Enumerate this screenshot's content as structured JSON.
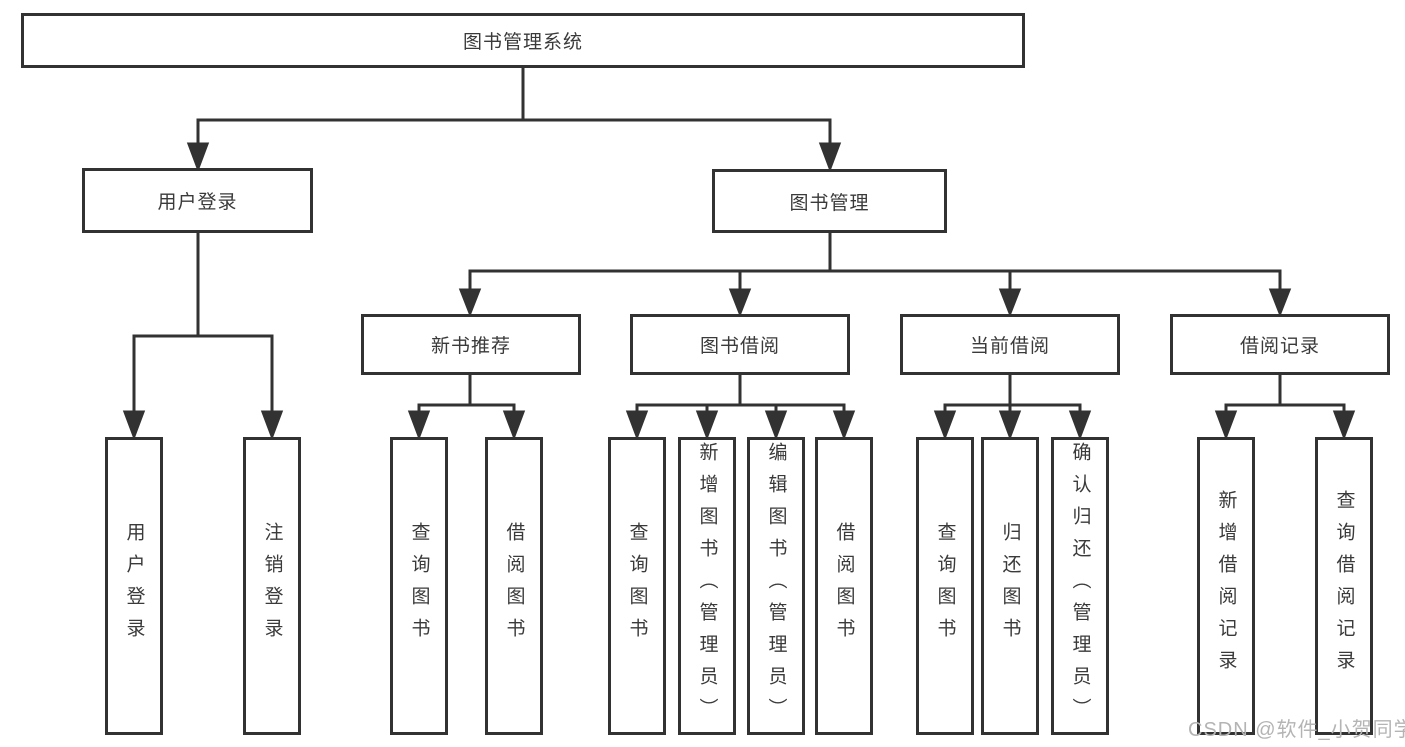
{
  "diagram": {
    "root": {
      "label": "图书管理系统"
    },
    "branches": [
      {
        "label": "用户登录",
        "children": [
          {
            "label": "用户登录"
          },
          {
            "label": "注销登录"
          }
        ]
      },
      {
        "label": "图书管理",
        "children": [
          {
            "label": "新书推荐",
            "children": [
              {
                "label": "查询图书"
              },
              {
                "label": "借阅图书"
              }
            ]
          },
          {
            "label": "图书借阅",
            "children": [
              {
                "label": "查询图书"
              },
              {
                "label": "新增图书（管理员）"
              },
              {
                "label": "编辑图书（管理员）"
              },
              {
                "label": "借阅图书"
              }
            ]
          },
          {
            "label": "当前借阅",
            "children": [
              {
                "label": "查询图书"
              },
              {
                "label": "归还图书"
              },
              {
                "label": "确认归还（管理员）"
              }
            ]
          },
          {
            "label": "借阅记录",
            "children": [
              {
                "label": "新增借阅记录"
              },
              {
                "label": "查询借阅记录"
              }
            ]
          }
        ]
      }
    ]
  },
  "watermark": {
    "text": "CSDN @软件_小贺同学",
    "color": "#b4b4b4"
  },
  "colors": {
    "line": "#323232",
    "box_border": "#323232",
    "box_fill": "#ffffff",
    "text": "#3a3a3a",
    "background": "#ffffff"
  }
}
